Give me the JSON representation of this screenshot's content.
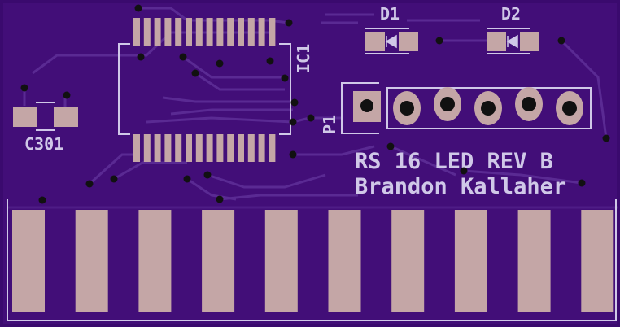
{
  "board": {
    "title_line1": "RS 16 LED REV B",
    "title_line2": "Brandon Kallaher",
    "colors": {
      "substrate": "#3a0a6e",
      "copper": "#4a1a82",
      "trace": "#5a2a93",
      "pad": "#c4a6a6",
      "silkscreen": "#d0c8e8",
      "via": "#111111"
    }
  },
  "components": {
    "c301": {
      "label": "C301"
    },
    "ic1": {
      "label": "IC1"
    },
    "d1": {
      "label": "D1"
    },
    "d2": {
      "label": "D2"
    },
    "p1": {
      "label": "P1"
    }
  },
  "edge_connector": {
    "pad_count": 10
  }
}
